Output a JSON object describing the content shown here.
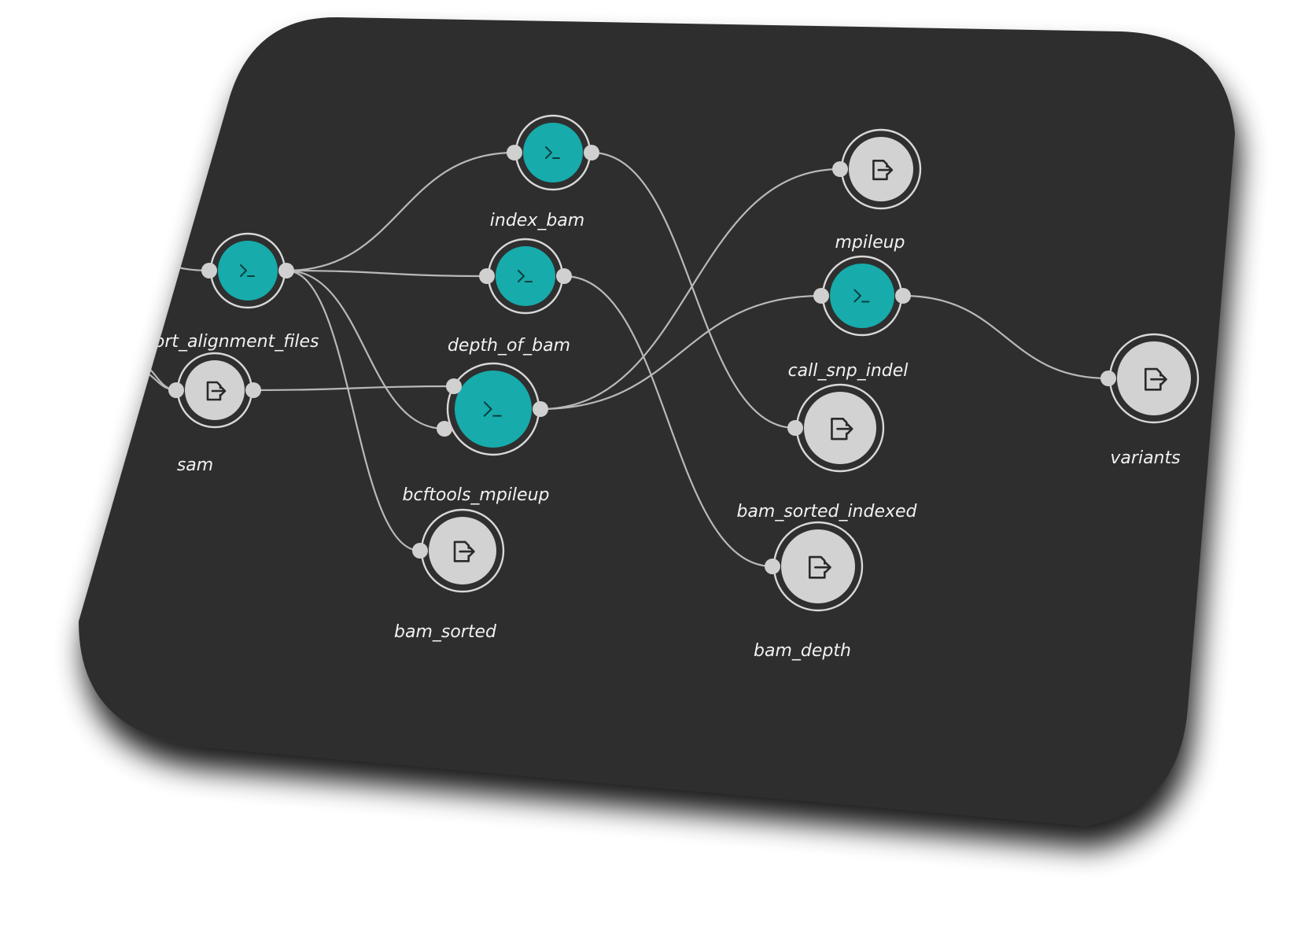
{
  "colors": {
    "canvas": "#2f2f2f",
    "tool_node": "#17abab",
    "output_node": "#d2d2d2",
    "edge": "#b9b9b9",
    "label": "#f2f2f2"
  },
  "icons": {
    "tool": "terminal-prompt-icon",
    "output": "file-export-icon"
  },
  "nodes": [
    {
      "id": "sort_alignment_files",
      "label": "sort_alignment_files",
      "kind": "tool"
    },
    {
      "id": "sam",
      "label": "sam",
      "kind": "output"
    },
    {
      "id": "index_bam",
      "label": "index_bam",
      "kind": "tool"
    },
    {
      "id": "depth_of_bam",
      "label": "depth_of_bam",
      "kind": "tool"
    },
    {
      "id": "bcftools_mpileup",
      "label": "bcftools_mpileup",
      "kind": "tool"
    },
    {
      "id": "bam_sorted",
      "label": "bam_sorted",
      "kind": "output"
    },
    {
      "id": "mpileup",
      "label": "mpileup",
      "kind": "output"
    },
    {
      "id": "call_snp_indel",
      "label": "call_snp_indel",
      "kind": "tool"
    },
    {
      "id": "bam_sorted_indexed",
      "label": "bam_sorted_indexed",
      "kind": "output"
    },
    {
      "id": "bam_depth",
      "label": "bam_depth",
      "kind": "output"
    },
    {
      "id": "variants",
      "label": "variants",
      "kind": "output"
    }
  ],
  "edges": [
    {
      "from": "sort_alignment_files",
      "to": "index_bam"
    },
    {
      "from": "sort_alignment_files",
      "to": "depth_of_bam"
    },
    {
      "from": "sort_alignment_files",
      "to": "bcftools_mpileup"
    },
    {
      "from": "sort_alignment_files",
      "to": "bam_sorted"
    },
    {
      "from": "sam",
      "to": "bcftools_mpileup"
    },
    {
      "from": "index_bam",
      "to": "bam_sorted_indexed"
    },
    {
      "from": "depth_of_bam",
      "to": "bam_depth"
    },
    {
      "from": "bcftools_mpileup",
      "to": "mpileup"
    },
    {
      "from": "bcftools_mpileup",
      "to": "call_snp_indel"
    },
    {
      "from": "call_snp_indel",
      "to": "variants"
    }
  ]
}
